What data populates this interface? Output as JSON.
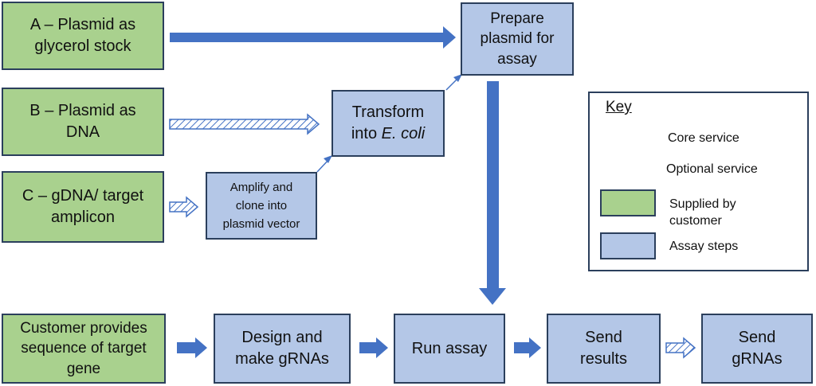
{
  "boxes": {
    "a": "A – Plasmid as\nglycerol stock",
    "b": "B – Plasmid as\nDNA",
    "c": "C – gDNA/ target\namplicon",
    "amplify": "Amplify and\nclone into\nplasmid vector",
    "transform_prefix": "Transform\ninto ",
    "transform_italic": "E. coli",
    "prepare": "Prepare\nplasmid for\nassay",
    "customer": "Customer provides\nsequence of target\ngene",
    "design": "Design and\nmake  gRNAs",
    "run": "Run assay",
    "send_results": "Send\nresults",
    "send_grnas": "Send\ngRNAs"
  },
  "key": {
    "title": "Key",
    "core": "Core service",
    "optional": "Optional service",
    "supplied": "Supplied by\ncustomer",
    "assay": "Assay steps"
  },
  "colors": {
    "green": "#a9d18e",
    "blue_box": "#b4c7e7",
    "core_arrow": "#4472c4",
    "border": "#2b3f5c"
  }
}
